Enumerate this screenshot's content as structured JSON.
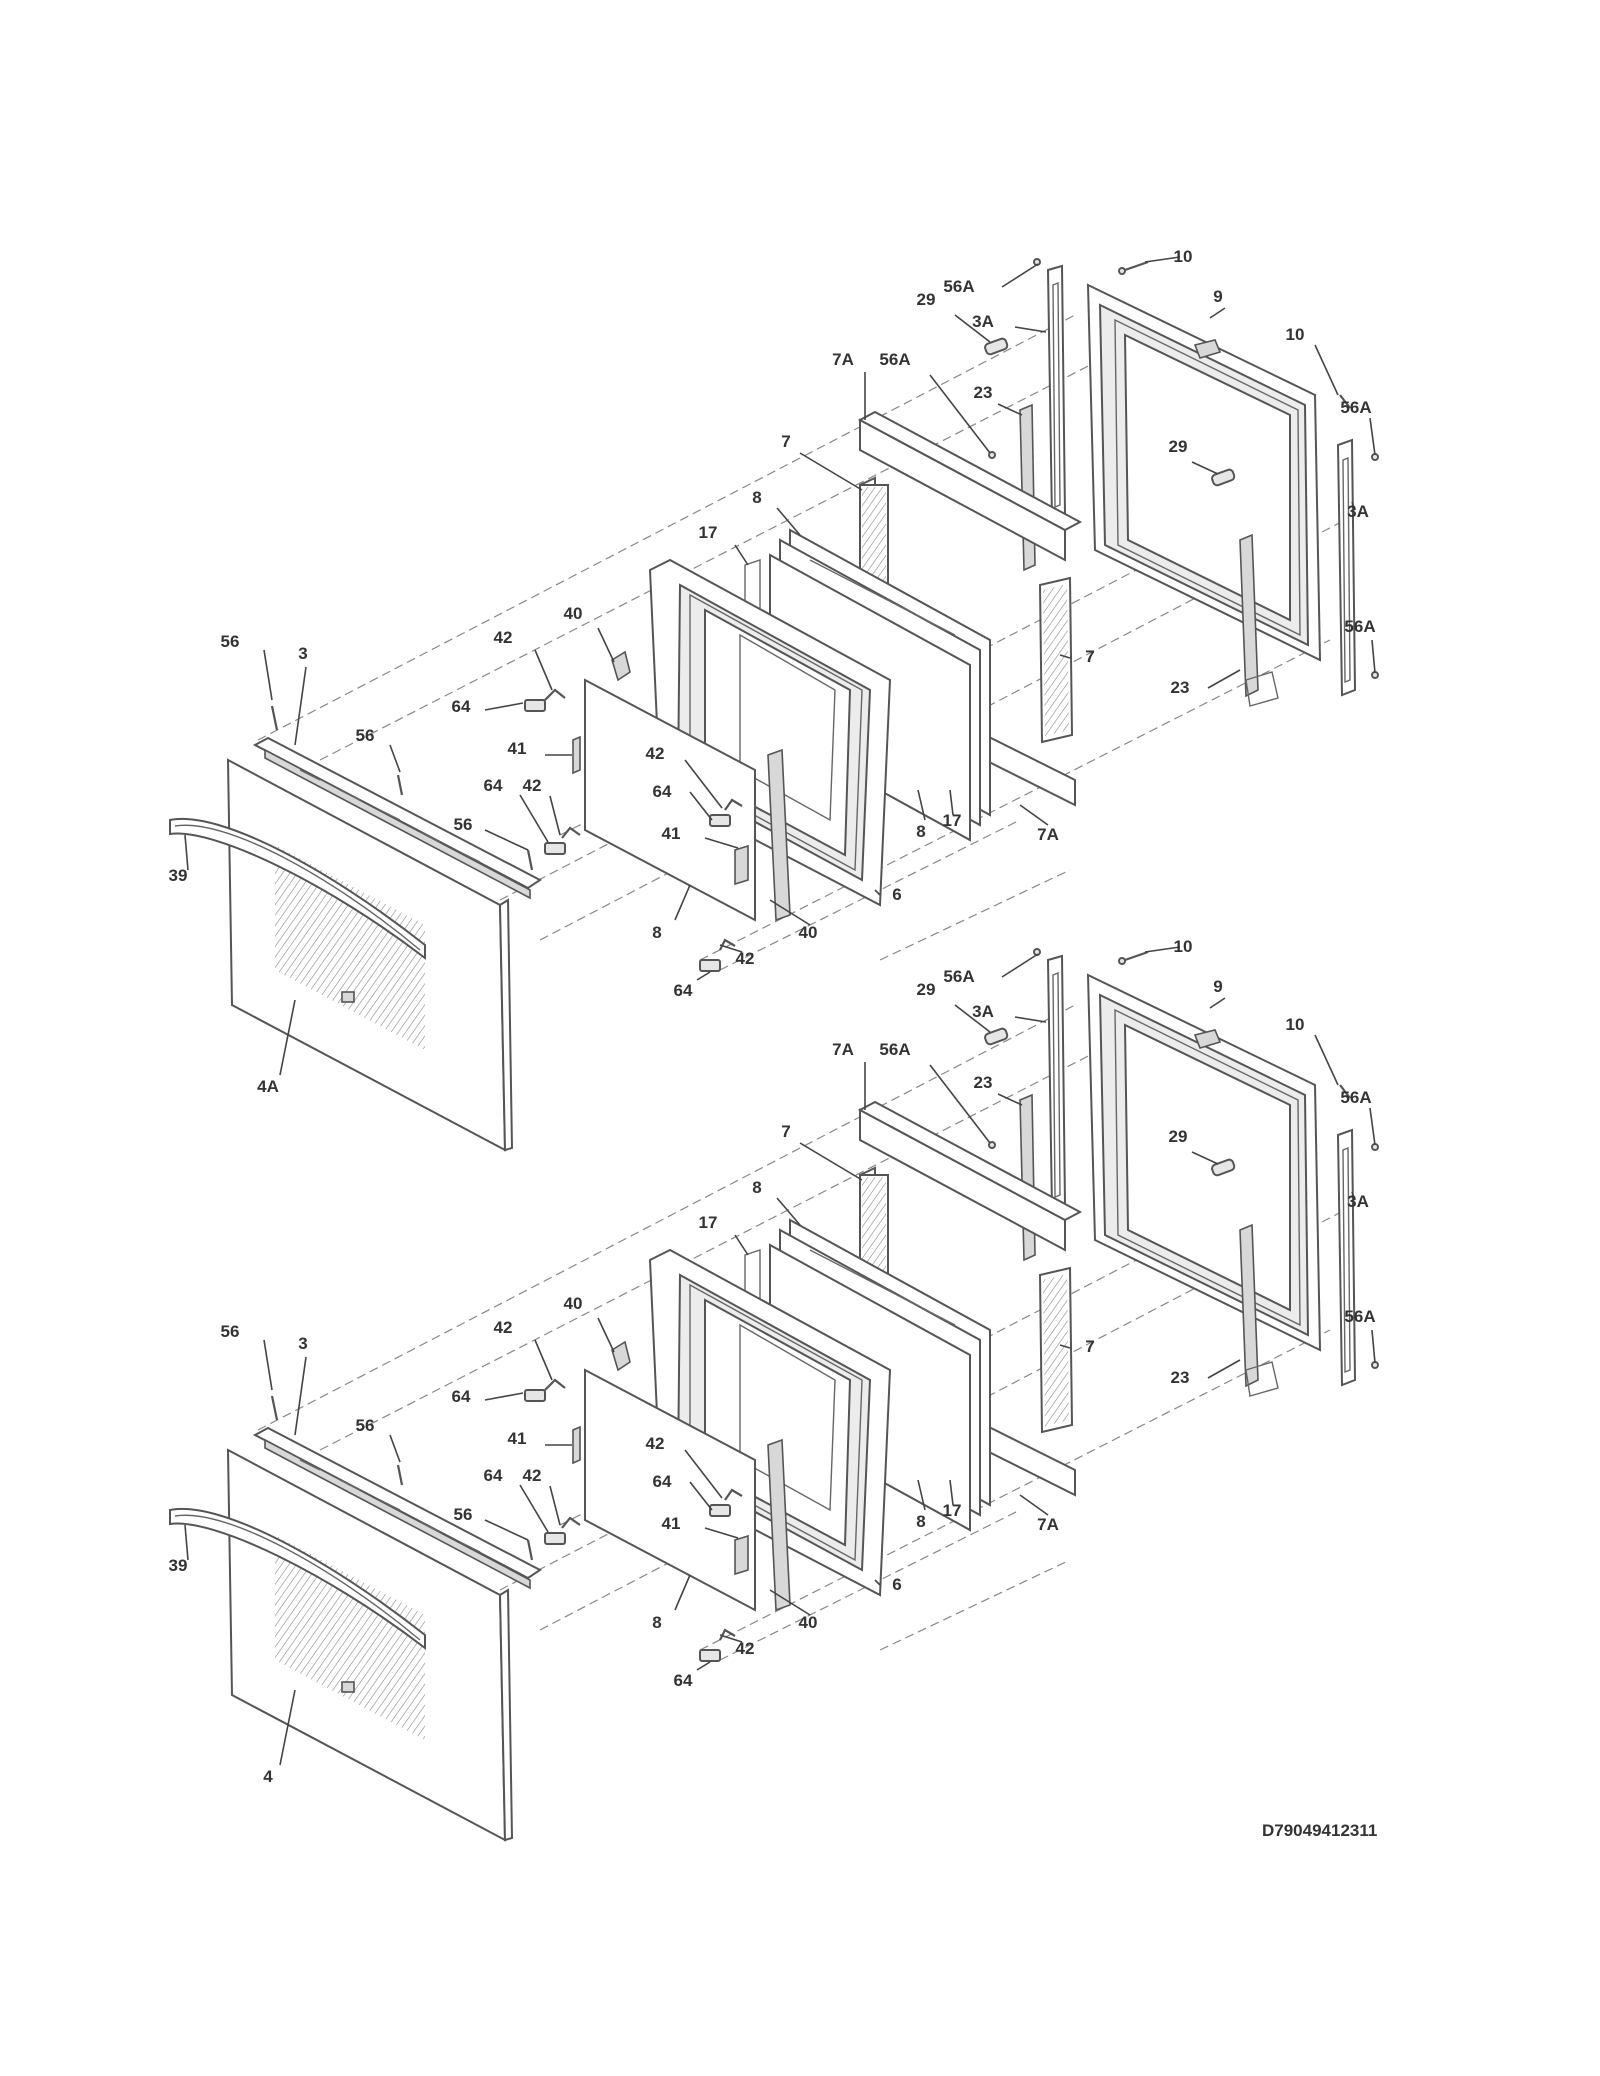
{
  "diagram_id": "D79049412311",
  "upper_assembly": {
    "labels": [
      "10",
      "9",
      "56A",
      "29",
      "3A",
      "7A",
      "56A",
      "23",
      "10",
      "56A",
      "29",
      "3A",
      "7",
      "8",
      "17",
      "7",
      "56A",
      "23",
      "56",
      "3",
      "40",
      "42",
      "64",
      "56",
      "41",
      "42",
      "64",
      "42",
      "64",
      "56",
      "39",
      "41",
      "8",
      "40",
      "6",
      "8",
      "17",
      "7A",
      "42",
      "64",
      "4A"
    ]
  },
  "lower_assembly": {
    "labels": [
      "10",
      "9",
      "56A",
      "29",
      "3A",
      "7A",
      "56A",
      "23",
      "10",
      "56A",
      "29",
      "3A",
      "7",
      "8",
      "17",
      "7",
      "56A",
      "23",
      "56",
      "3",
      "40",
      "42",
      "64",
      "56",
      "41",
      "42",
      "64",
      "42",
      "64",
      "56",
      "39",
      "41",
      "8",
      "40",
      "6",
      "8",
      "17",
      "7A",
      "42",
      "64",
      "4"
    ]
  }
}
